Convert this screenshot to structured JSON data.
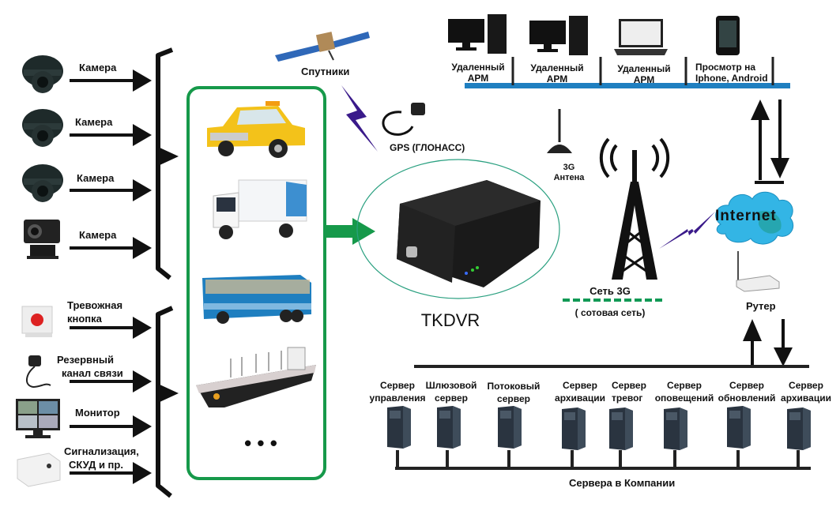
{
  "title": "TKDVR",
  "colors": {
    "green": "#16994a",
    "blue_bus": "#1f7fc0",
    "purple": "#3a1a8a",
    "cloud": "#33b5e5",
    "dash_green": "#119955"
  },
  "inputs": [
    {
      "label": "Камера",
      "icon": "dome-camera-icon"
    },
    {
      "label": "Камера",
      "icon": "dome-camera-icon"
    },
    {
      "label": "Камера",
      "icon": "dome-camera-icon"
    },
    {
      "label": "Камера",
      "icon": "vehicle-camera-icon"
    },
    {
      "label": "Тревожная кнопка",
      "line1": "Тревожная",
      "line2": "кнопка",
      "icon": "panic-button-icon"
    },
    {
      "label": "Резервный канал связи",
      "line1": "Резервный",
      "line2": "канал связи",
      "icon": "microphone-icon"
    },
    {
      "label": "Монитор",
      "icon": "monitor-icon"
    },
    {
      "label": "Сигнализация, СКУД и пр.",
      "line1": "Сигнализация,",
      "line2": "СКУД и пр.",
      "icon": "alarm-box-icon"
    }
  ],
  "vehicles": [
    {
      "name": "taxi",
      "icon": "taxi-icon"
    },
    {
      "name": "truck",
      "icon": "truck-icon"
    },
    {
      "name": "bus",
      "icon": "bus-icon"
    },
    {
      "name": "ship",
      "icon": "ship-icon"
    }
  ],
  "vehicles_more": "• • •",
  "satellite": {
    "label": "Спутники"
  },
  "gps": {
    "label": "GPS (ГЛОНАСС)"
  },
  "antenna": {
    "line1": "3G",
    "line2": "Антена"
  },
  "network": {
    "line1": "Сеть 3G",
    "line2": "( сотовая сеть)"
  },
  "internet": {
    "label": "Internet"
  },
  "router": {
    "label": "Рутер"
  },
  "clients": [
    {
      "line1": "Удаленный",
      "line2": "АРМ",
      "icon": "desktop-pc-icon"
    },
    {
      "line1": "Удаленный",
      "line2": "АРМ",
      "icon": "desktop-pc-icon"
    },
    {
      "line1": "Удаленный",
      "line2": "АРМ",
      "icon": "laptop-icon"
    },
    {
      "line1": "Просмотр на",
      "line2": "Iphone, Android",
      "icon": "smartphone-icon"
    }
  ],
  "servers": [
    {
      "line1": "Сервер",
      "line2": "управления"
    },
    {
      "line1": "Шлюзовой",
      "line2": "сервер"
    },
    {
      "line1": "Потоковый",
      "line2": "сервер"
    },
    {
      "line1": "Сервер",
      "line2": "архивации"
    },
    {
      "line1": "Сервер",
      "line2": "тревог"
    },
    {
      "line1": "Сервер",
      "line2": "оповещений"
    },
    {
      "line1": "Сервер",
      "line2": "обновлений"
    },
    {
      "line1": "Сервер",
      "line2": "архивации"
    }
  ],
  "servers_caption": "Сервера в Компании"
}
